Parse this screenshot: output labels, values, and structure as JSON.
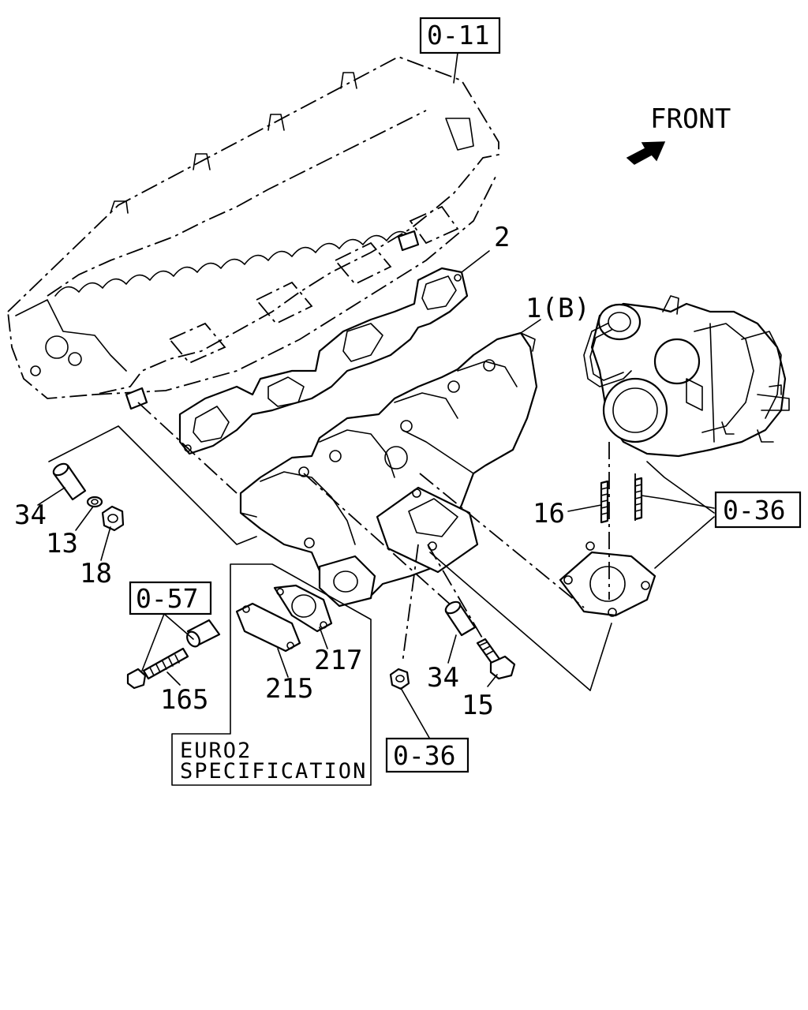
{
  "direction_label": "FRONT",
  "part_labels": {
    "manifold": "1(B)",
    "gasket": "2",
    "dowel_left": "34",
    "washer": "13",
    "nut_left": "18",
    "stud_turbo": "16",
    "stud_egr": "165",
    "egr_plate": "215",
    "egr_gasket": "217",
    "dowel_center": "34",
    "bolt": "15"
  },
  "reference_boxes": {
    "cylinder_head": "0-11",
    "turbocharger": "0-36",
    "egr": "0-57",
    "nut_center": "0-36"
  },
  "spec_note": {
    "line1": "EURO2",
    "line2": "SPECIFICATION"
  }
}
